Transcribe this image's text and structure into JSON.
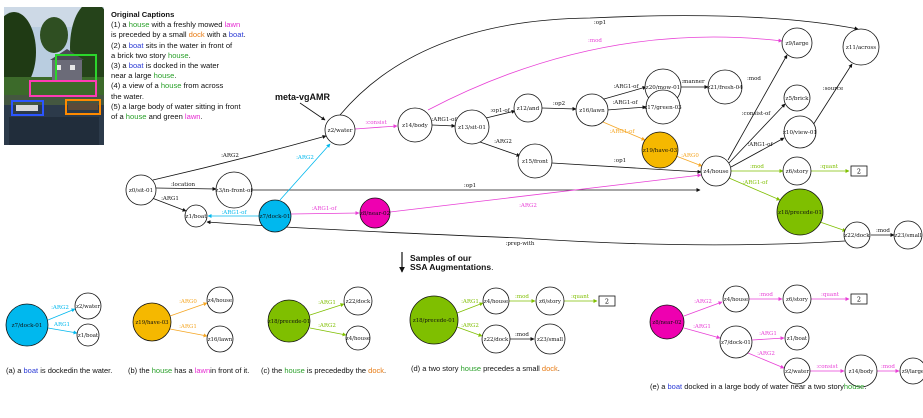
{
  "captions": {
    "title": "Original Captions",
    "lines": [
      [
        {
          "t": "(1) a "
        },
        {
          "t": "house",
          "c": "green"
        },
        {
          "t": " with a freshly mowed "
        },
        {
          "t": "lawn",
          "c": "pink"
        }
      ],
      [
        {
          "t": "is preceded by a small "
        },
        {
          "t": "dock",
          "c": "orange"
        },
        {
          "t": " with a "
        },
        {
          "t": "boat",
          "c": "blue"
        },
        {
          "t": "."
        }
      ],
      [
        {
          "t": "(2) a "
        },
        {
          "t": "boat",
          "c": "blue"
        },
        {
          "t": " sits in the water in front of"
        }
      ],
      [
        {
          "t": "a brick two story "
        },
        {
          "t": "house",
          "c": "green"
        },
        {
          "t": "."
        }
      ],
      [
        {
          "t": "(3) a "
        },
        {
          "t": "boat",
          "c": "blue"
        },
        {
          "t": " is docked in the water"
        }
      ],
      [
        {
          "t": "near a large "
        },
        {
          "t": "house",
          "c": "green"
        },
        {
          "t": "."
        }
      ],
      [
        {
          "t": "(4) a view of a "
        },
        {
          "t": "house",
          "c": "green"
        },
        {
          "t": " from across"
        }
      ],
      [
        {
          "t": "the water."
        }
      ],
      [
        {
          "t": "(5) a large body of water sitting in front"
        }
      ],
      [
        {
          "t": "of a "
        },
        {
          "t": "house",
          "c": "green"
        },
        {
          "t": " and green "
        },
        {
          "t": "lawn",
          "c": "pink"
        },
        {
          "t": "."
        }
      ]
    ]
  },
  "meta_label": "meta-vgAMR",
  "samples_label_1": "Samples of our",
  "samples_label_2": "SSA Augmentations",
  "samples_label_3": ".",
  "colors": {
    "cyan": "#00b8ee",
    "yellow": "#f5b800",
    "green": "#7fbf00",
    "magenta": "#ee00b0",
    "pink": "#e83fd6",
    "orange": "#f5a623"
  },
  "main_graph": {
    "nodes": [
      {
        "id": "z0",
        "label": "z0/sit-01"
      },
      {
        "id": "z1",
        "label": "z1/boat"
      },
      {
        "id": "z2",
        "label": "z2/water"
      },
      {
        "id": "z3",
        "label": "z3/in-front-of"
      },
      {
        "id": "z7",
        "label": "z7/dock-01",
        "fill": "cyan"
      },
      {
        "id": "z8",
        "label": "z8/near-02",
        "fill": "magenta"
      },
      {
        "id": "z14",
        "label": "z14/body"
      },
      {
        "id": "z13",
        "label": "z13/sit-01"
      },
      {
        "id": "z12",
        "label": "z12/and"
      },
      {
        "id": "z15",
        "label": "z15/front"
      },
      {
        "id": "z16",
        "label": "z16/lawn"
      },
      {
        "id": "z20",
        "label": "z20/mow-01"
      },
      {
        "id": "z21",
        "label": "z21/fresh-04"
      },
      {
        "id": "z17",
        "label": "z17/green-03"
      },
      {
        "id": "z19",
        "label": "z19/have-03",
        "fill": "yellow"
      },
      {
        "id": "z4",
        "label": "z4/house"
      },
      {
        "id": "z9",
        "label": "z9/large"
      },
      {
        "id": "z11",
        "label": "z11/across"
      },
      {
        "id": "z5",
        "label": "z5/brick"
      },
      {
        "id": "z10",
        "label": "z10/view-01"
      },
      {
        "id": "z6",
        "label": "z6/story"
      },
      {
        "id": "box2",
        "label": "2"
      },
      {
        "id": "z18",
        "label": "z18/precede-01",
        "fill": "green"
      },
      {
        "id": "z22",
        "label": "z22/dock"
      },
      {
        "id": "z23",
        "label": "z23/small"
      }
    ],
    "edges": [
      {
        "label": ":ARG2"
      },
      {
        "label": ":location"
      },
      {
        "label": ":ARG1"
      },
      {
        "label": ":op1"
      },
      {
        "label": ":ARG2"
      },
      {
        "label": ":ARG1-of"
      },
      {
        "label": ":ARG1-of"
      },
      {
        "label": ":ARG2"
      },
      {
        "label": ":consist"
      },
      {
        "label": ":ARG1-of"
      },
      {
        "label": ":op1-of"
      },
      {
        "label": ":op2"
      },
      {
        "label": ":ARG2"
      },
      {
        "label": ":op1"
      },
      {
        "label": ":manner"
      },
      {
        "label": ":ARG1-of"
      },
      {
        "label": ":ARG1-of"
      },
      {
        "label": ":ARG1-of"
      },
      {
        "label": ":ARG0"
      },
      {
        "label": ":mod"
      },
      {
        "label": ":op1"
      },
      {
        "label": ":mod"
      },
      {
        "label": ":consist-of"
      },
      {
        "label": ":source"
      },
      {
        "label": ":ARG1-of"
      },
      {
        "label": ":mod"
      },
      {
        "label": ":quant"
      },
      {
        "label": ":ARG1-of"
      },
      {
        "label": ":mod"
      },
      {
        "label": ":prep-with"
      }
    ]
  },
  "subgraphs": [
    {
      "caption": [
        [
          {
            "t": "(a) a "
          },
          {
            "t": "boat",
            "c": "blue"
          },
          {
            "t": " is docked"
          }
        ],
        [
          {
            "t": "in the water."
          }
        ]
      ]
    },
    {
      "caption": [
        [
          {
            "t": "(b) the "
          },
          {
            "t": "house",
            "c": "green"
          },
          {
            "t": " has a "
          },
          {
            "t": "lawn",
            "c": "pink"
          }
        ],
        [
          {
            "t": "in front of it."
          }
        ]
      ]
    },
    {
      "caption": [
        [
          {
            "t": "(c) the "
          },
          {
            "t": "house",
            "c": "green"
          },
          {
            "t": " is preceded"
          }
        ],
        [
          {
            "t": "by the "
          },
          {
            "t": "dock",
            "c": "orange"
          },
          {
            "t": "."
          }
        ]
      ]
    },
    {
      "caption": [
        [
          {
            "t": "(d) a two story "
          },
          {
            "t": "house",
            "c": "green"
          },
          {
            "t": " precedes a small "
          },
          {
            "t": "dock",
            "c": "orange"
          },
          {
            "t": "."
          }
        ]
      ]
    },
    {
      "caption": [
        [
          {
            "t": "(e) a "
          },
          {
            "t": "boat",
            "c": "blue"
          },
          {
            "t": " docked in a large body of water near a two story"
          }
        ],
        [
          {
            "t": "house",
            "c": "green"
          },
          {
            "t": "."
          }
        ]
      ]
    }
  ]
}
